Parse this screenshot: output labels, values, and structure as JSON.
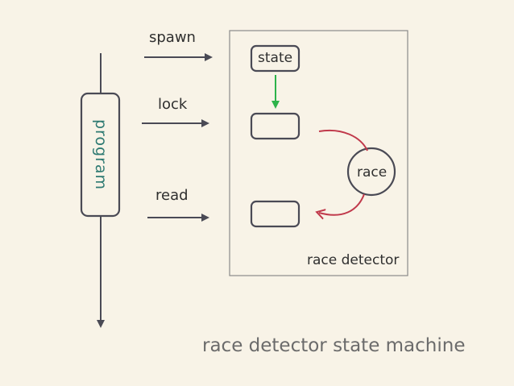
{
  "diagram": {
    "program_label": "program",
    "events": {
      "spawn": "spawn",
      "lock": "lock",
      "read": "read"
    },
    "state_label": "state",
    "race_label": "race",
    "detector_label": "race detector",
    "caption": "race detector state machine"
  },
  "colors": {
    "background": "#f8f3e7",
    "stroke": "#4a4a55",
    "green_arrow": "#2db34a",
    "race_arrow": "#c0394b",
    "program_text": "#2e7a72",
    "caption_text": "#6b6b6b"
  }
}
